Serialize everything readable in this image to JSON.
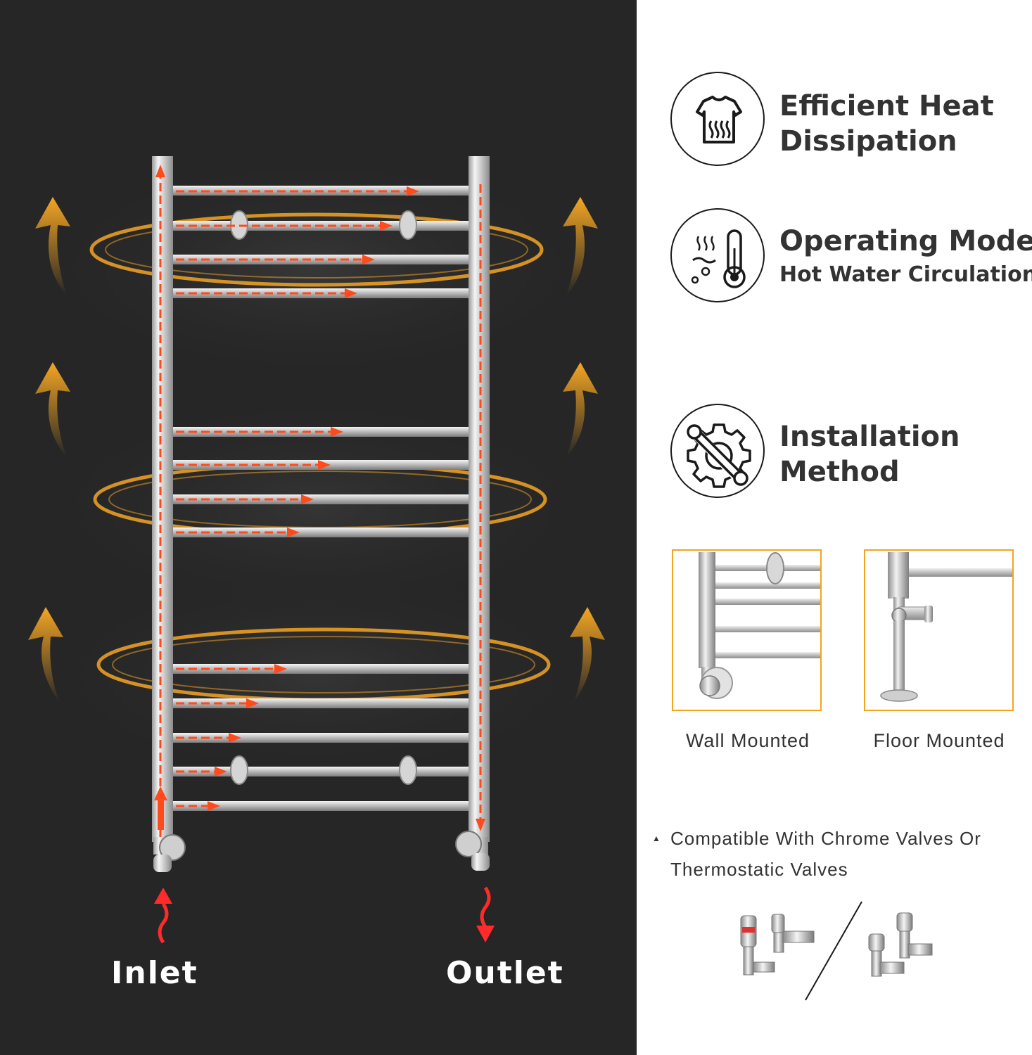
{
  "left": {
    "inlet_label": "Inlet",
    "outlet_label": "Outlet",
    "arrow_color": "#f5a623",
    "flow_color": "#ff4a1c"
  },
  "features": [
    {
      "icon": "shirt-heat-icon",
      "title_line1": "Efficient Heat",
      "title_line2": "Dissipation"
    },
    {
      "icon": "thermometer-water-icon",
      "title_line1": "Operating Mode",
      "title_line2": "Hot Water Circulation"
    },
    {
      "icon": "gear-wrench-icon",
      "title_line1": "Installation",
      "title_line2": "Method"
    }
  ],
  "mounts": [
    {
      "label": "Wall Mounted"
    },
    {
      "label": "Floor Mounted"
    }
  ],
  "note": {
    "line1": "Compatible With Chrome Valves Or",
    "line2": "Thermostatic Valves"
  },
  "colors": {
    "accent": "#f2a51e",
    "text": "#333333",
    "panel": "#262626"
  }
}
